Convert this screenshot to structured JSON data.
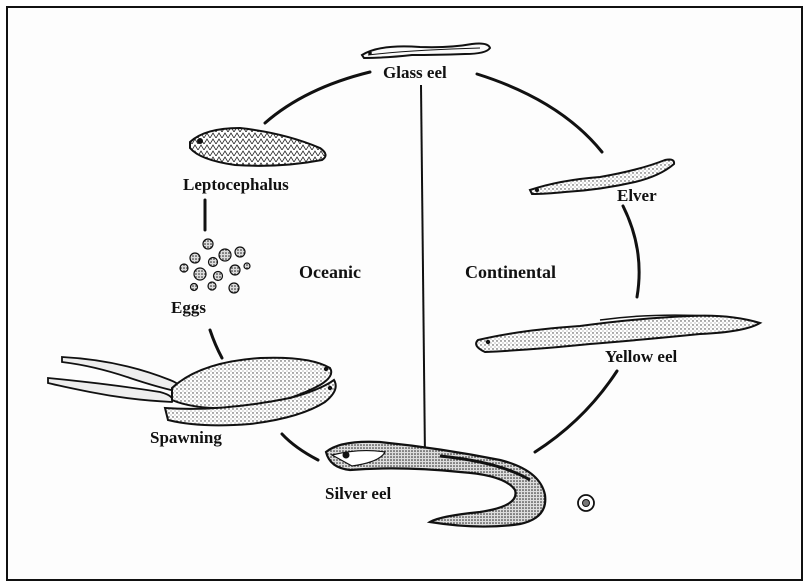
{
  "diagram": {
    "stages": {
      "glass_eel": "Glass eel",
      "elver": "Elver",
      "yellow_eel": "Yellow eel",
      "silver_eel": "Silver eel",
      "spawning": "Spawning",
      "eggs": "Eggs",
      "leptocephalus": "Leptocephalus"
    },
    "zones": {
      "oceanic": "Oceanic",
      "continental": "Continental"
    }
  }
}
